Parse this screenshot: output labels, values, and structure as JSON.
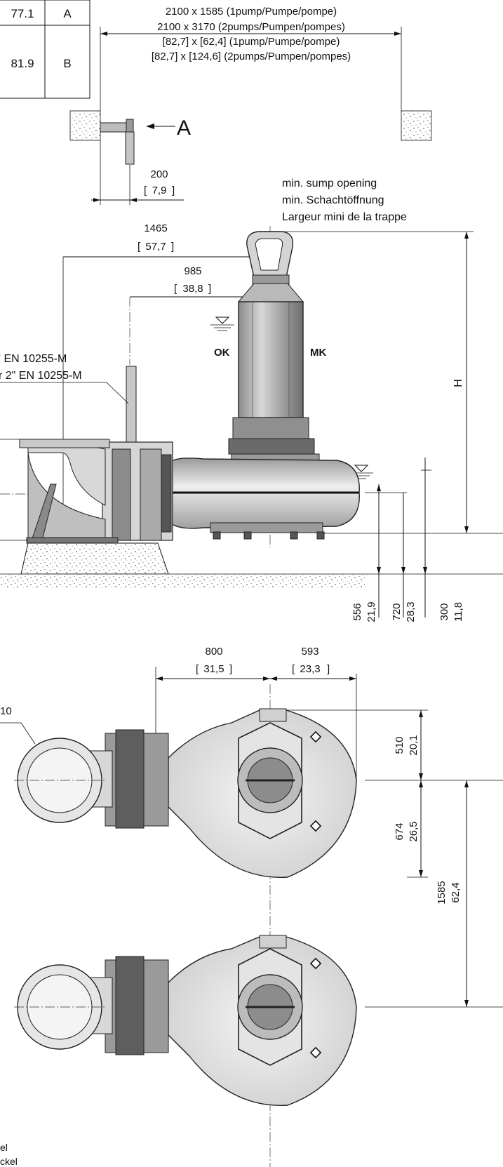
{
  "table": {
    "row1": {
      "value": "77.1",
      "code": "A"
    },
    "row2": {
      "value": "81.9",
      "code": "B"
    }
  },
  "sump": {
    "line1": "2100 x 1585 (1pump/Pumpe/pompe)",
    "line2": "2100 x 3170 (2pumps/Pumpen/pompes)",
    "line3": "[82,7] x [62,4] (1pump/Pumpe/pompe)",
    "line4": "[82,7] x [124,6] (2pumps/Pumpen/pompes)"
  },
  "section_label": "A",
  "dims": {
    "d200": "200",
    "d200_in": "7,9",
    "d1465": "1465",
    "d1465_in": "57,7",
    "d985": "985",
    "d985_in": "38,8",
    "d556": "556",
    "d556_in": "21,9",
    "d720": "720",
    "d720_in": "28,3",
    "d300": "300",
    "d300_in": "11,8",
    "d800": "800",
    "d800_in": "31,5",
    "d593": "593",
    "d593_in": "23,3",
    "d510": "510",
    "d510_in": "20,1",
    "d674": "674",
    "d674_in": "26,5",
    "d1585": "1585",
    "d1585_in": "62,4",
    "h": "H"
  },
  "opening": {
    "line1": "min. sump opening",
    "line2": "min. Schachtöffnung",
    "line3": "Largeur mini de la trappe"
  },
  "levels": {
    "ok": "OK",
    "mk": "MK"
  },
  "pipes": {
    "pipe1": "' EN 10255-M",
    "pipe2": "r 2\" EN 10255-M"
  },
  "flange_partial": "10",
  "footer": {
    "line1": "el",
    "line2": "ckel"
  },
  "colors": {
    "line": "#111111",
    "metal": "#c9c9c9",
    "dark": "#5a5a5a"
  }
}
